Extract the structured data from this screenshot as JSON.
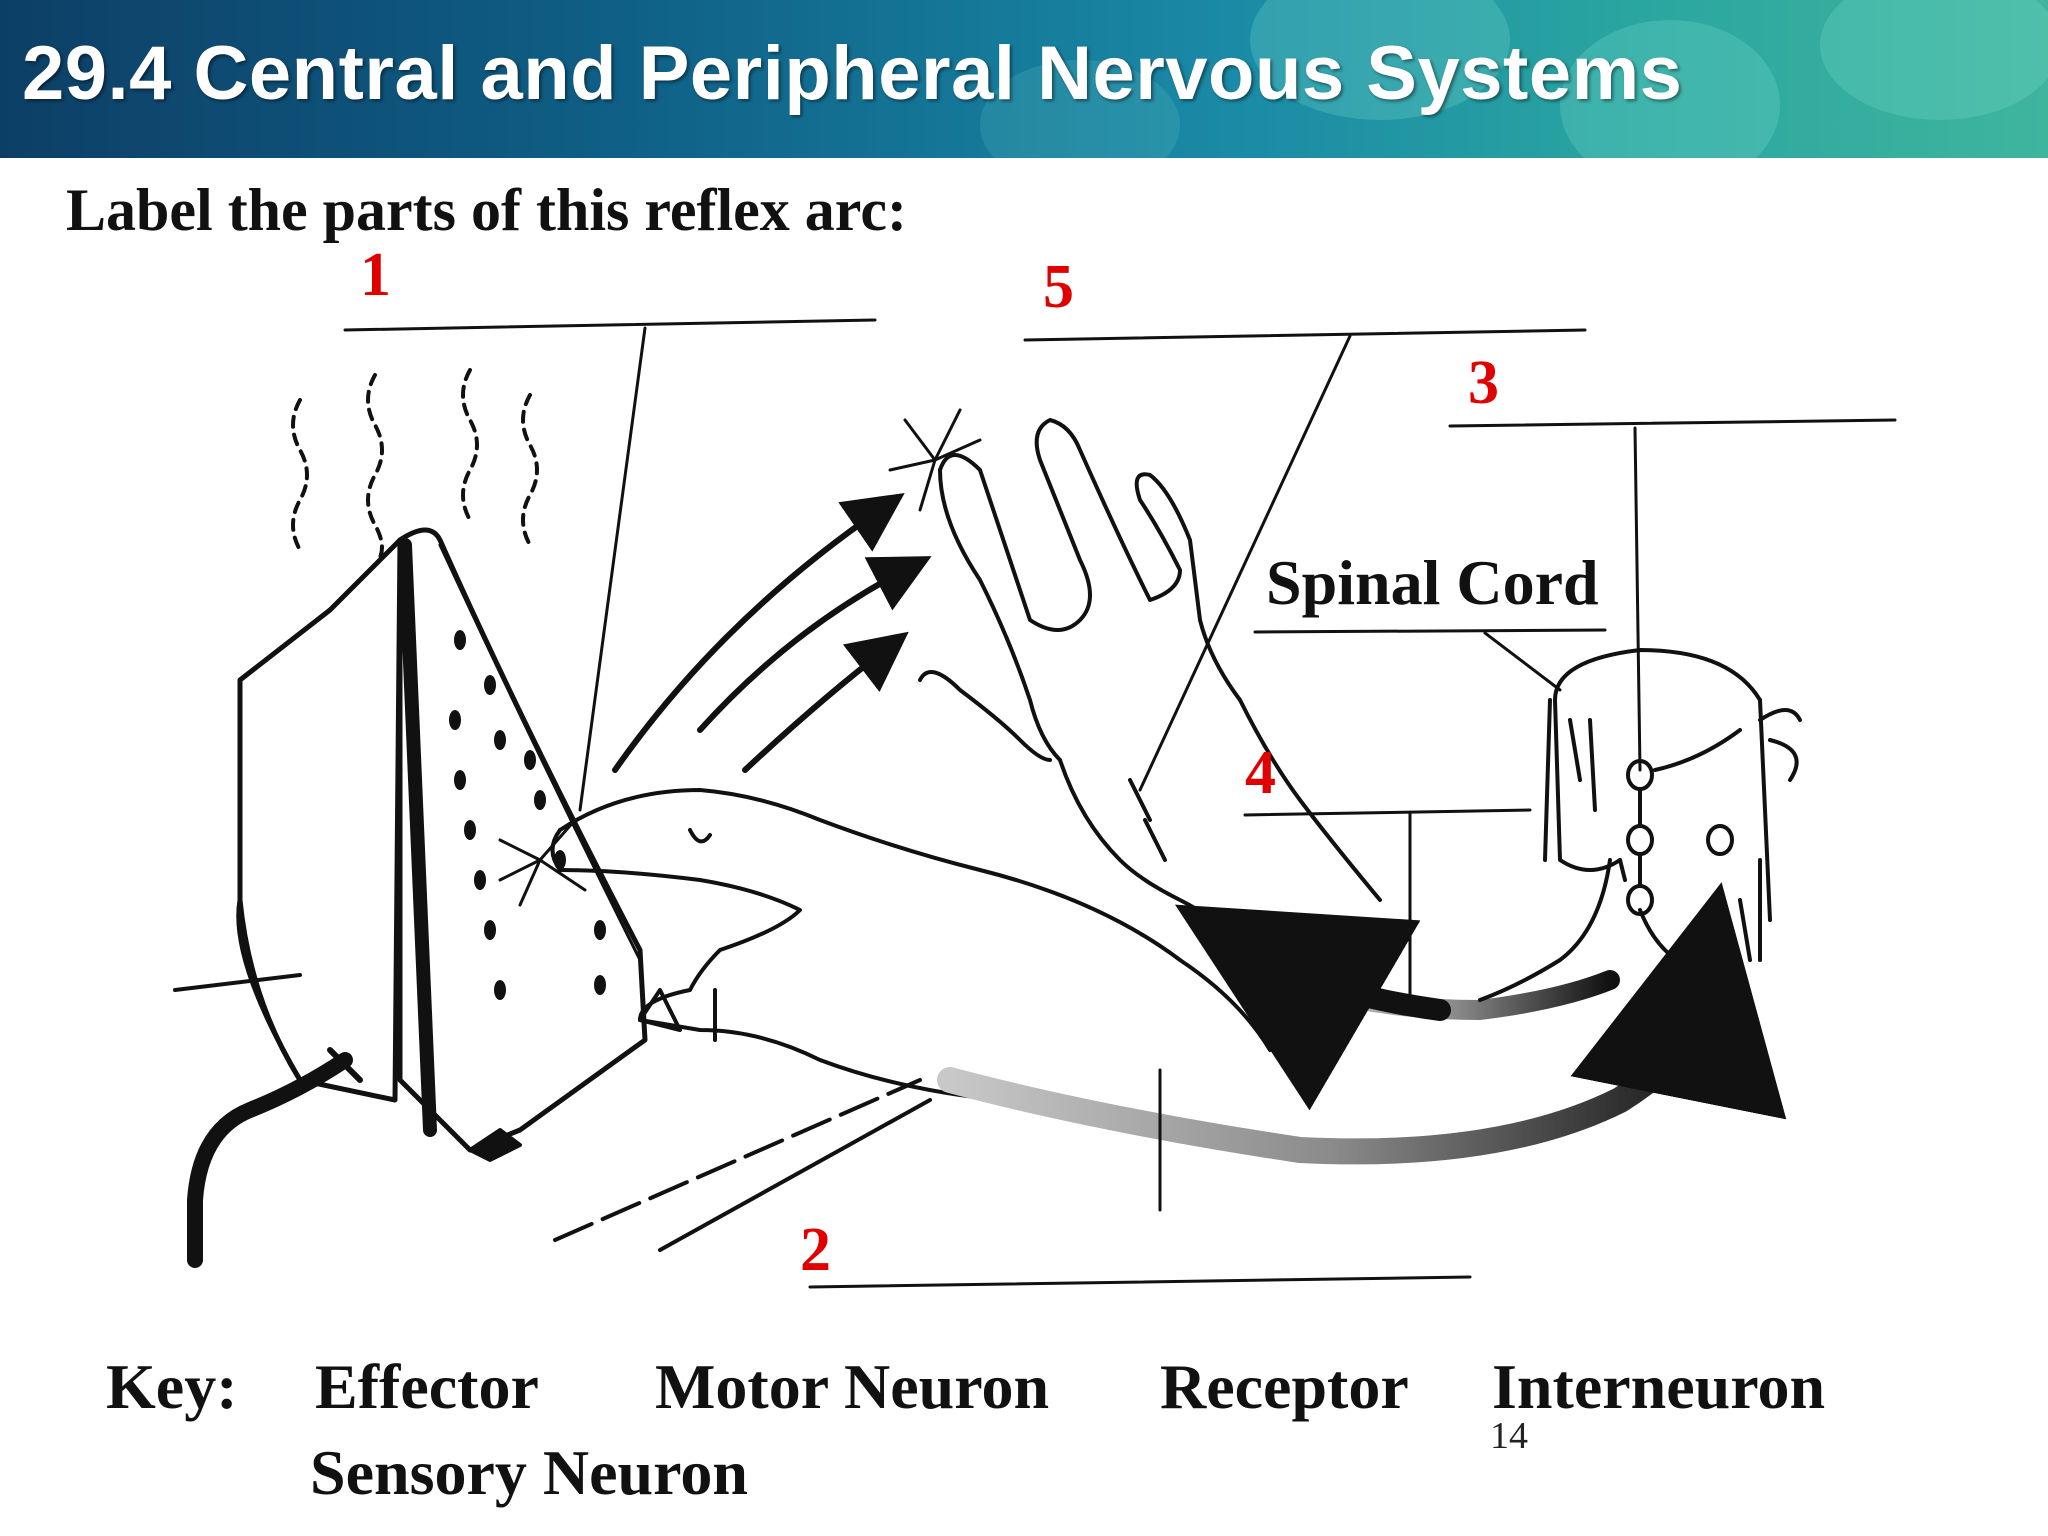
{
  "slide": {
    "title": "29.4 Central and Peripheral Nervous Systems",
    "instruction": "Label the parts of this reflex arc:",
    "page_number": "14"
  },
  "diagram": {
    "label_numbers": [
      "1",
      "2",
      "3",
      "4",
      "5"
    ],
    "spinal_cord_label": "Spinal Cord"
  },
  "key": {
    "label": "Key:",
    "terms": [
      "Effector",
      "Motor Neuron",
      "Receptor",
      "Interneuron",
      "Sensory Neuron"
    ]
  },
  "colors": {
    "label_number": "#e00000",
    "title_text": "#ffffff",
    "title_background": "#0f5f86"
  }
}
